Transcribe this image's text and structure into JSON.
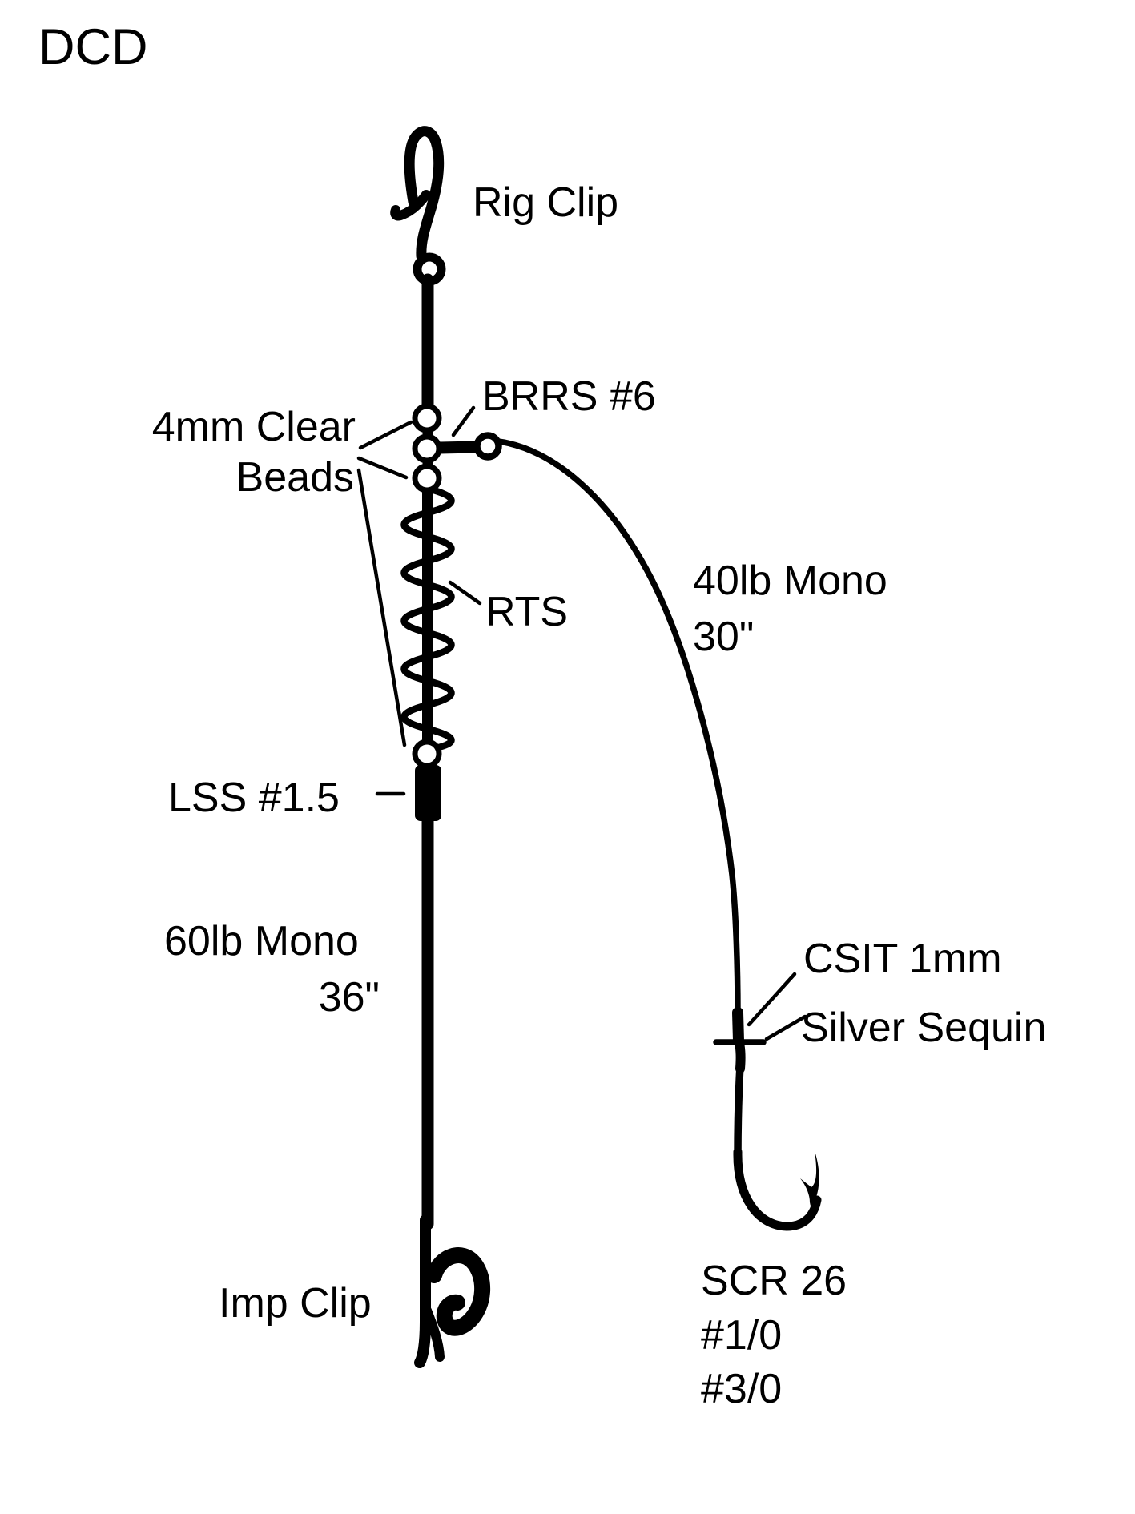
{
  "diagram": {
    "title": "DCD",
    "labels": {
      "rig_clip": "Rig Clip",
      "beads_line1": "4mm Clear",
      "beads_line2": "Beads",
      "brrs": "BRRS #6",
      "rts": "RTS",
      "snood_line1": "40lb Mono",
      "snood_line2": "30\"",
      "lss": "LSS #1.5",
      "mainline_line1": "60lb Mono",
      "mainline_line2": "36\"",
      "imp_clip": "Imp Clip",
      "csit": "CSIT 1mm",
      "sequin": "Silver Sequin",
      "hook_line1": "SCR 26",
      "hook_line2": "#1/0",
      "hook_line3": "#3/0"
    },
    "colors": {
      "ink": "#000000",
      "background": "#ffffff"
    }
  }
}
